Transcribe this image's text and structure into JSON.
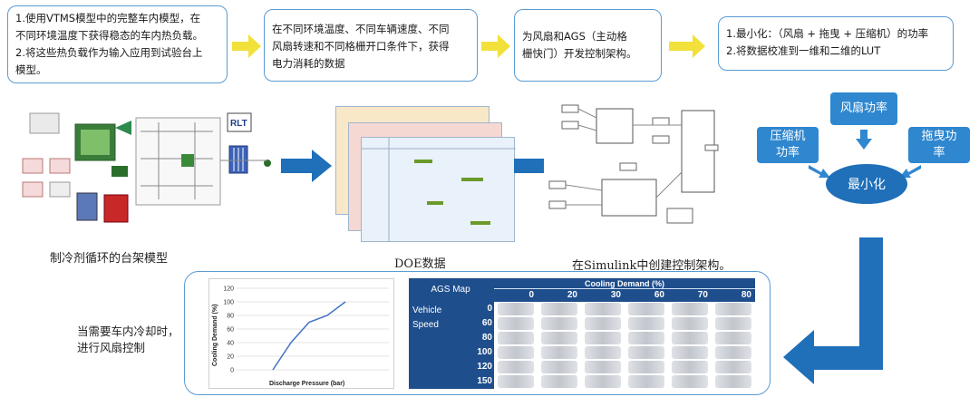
{
  "steps": {
    "s1": {
      "line1": "1.使用VTMS模型中的完整车内模型，在",
      "line2": "不同环境温度下获得稳态的车内热负载。",
      "line3": "2.将这些热负载作为输入应用到试验台上",
      "line4": "模型。"
    },
    "s2": {
      "line1": "在不同环境温度、不同车辆速度、不同",
      "line2": "风扇转速和不同格栅开口条件下，获得",
      "line3": "电力消耗的数据"
    },
    "s3": {
      "line1": "为风扇和AGS（主动格",
      "line2": "栅快门）开发控制架构。"
    },
    "s4": {
      "line1": "1.最小化：（风扇 + 拖曳 + 压缩机）的功率",
      "line2": "2.将数据校准到一维和二维的LUT"
    }
  },
  "captions": {
    "rig": "制冷剂循环的台架模型",
    "doe": "DOE数据",
    "simulink": "在Simulink中创建控制架构。"
  },
  "rig_badge": "RLT",
  "optimize": {
    "fan_power": "风扇功率",
    "compressor_line1": "压缩机",
    "compressor_line2": "功率",
    "drag_line1": "拖曳功",
    "drag_line2": "率",
    "minimize": "最小化"
  },
  "fan_control": {
    "line1": "当需要车内冷却时，",
    "line2": "进行风扇控制"
  },
  "colors": {
    "accent_blue": "#1f6fb9",
    "arrow_yellow": "#f2e13a",
    "border_blue": "#5a9bd4",
    "table_navy": "#1f4e8c"
  },
  "chart_data": {
    "type": "line",
    "title": "",
    "xlabel": "Discharge Pressure (bar)",
    "ylabel": "Cooling Demand (%)",
    "ylim": [
      0,
      120
    ],
    "yticks": [
      "0",
      "20",
      "40",
      "60",
      "80",
      "100",
      "120"
    ],
    "series": [
      {
        "name": "",
        "x": [
          0,
          1,
          2,
          3,
          4
        ],
        "y": [
          0,
          40,
          70,
          80,
          100
        ]
      }
    ]
  },
  "ags_table": {
    "title": "AGS Map",
    "col_group": "Cooling Demand (%)",
    "columns": [
      "0",
      "20",
      "30",
      "60",
      "70",
      "80"
    ],
    "row_label_line1": "Vehicle",
    "row_label_line2": "Speed",
    "rows": [
      "0",
      "60",
      "80",
      "100",
      "120",
      "150"
    ]
  }
}
